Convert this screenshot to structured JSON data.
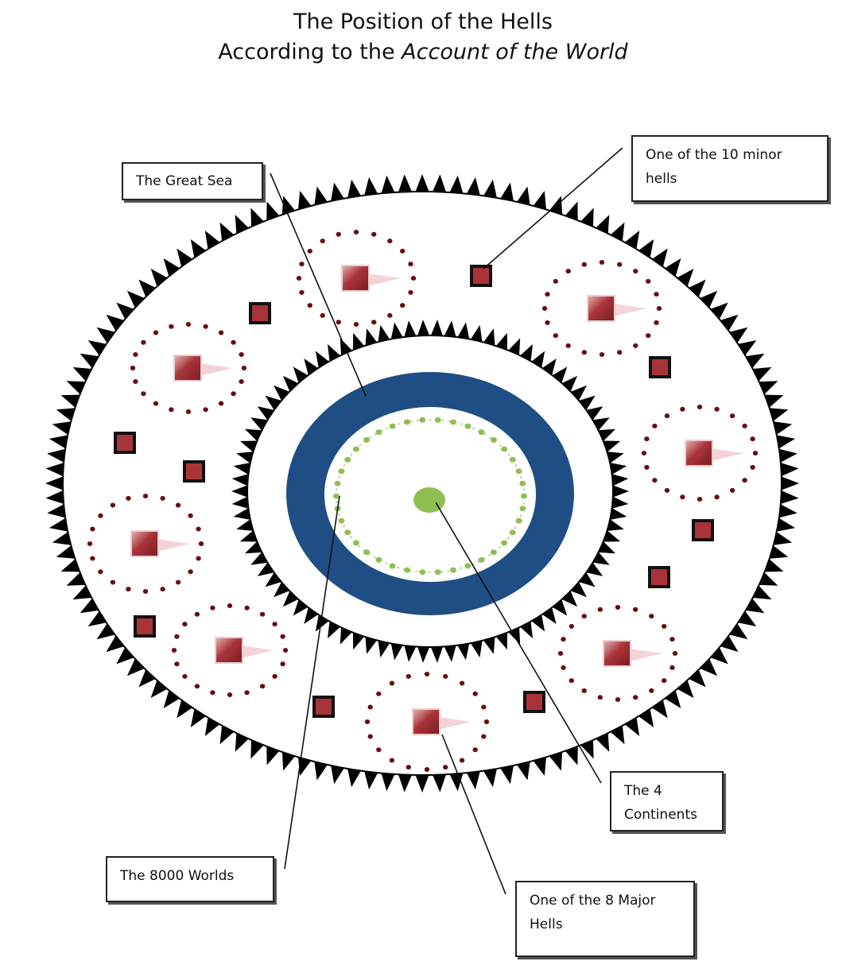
{
  "title": {
    "line1": "The Position of the Hells",
    "line2_prefix": "According to the ",
    "line2_italic": "Account of the World"
  },
  "labels": {
    "great_sea": "The Great Sea",
    "minor_hells": "One of the 10 minor hells",
    "four_continents": "The 4 Continents",
    "eight_thousand_worlds": "The 8000 Worlds",
    "major_hells": "One of the 8 Major Hells"
  },
  "colors": {
    "sea": "#1f4e84",
    "continents": "#8fbf52",
    "hell_fill": "#a8343a",
    "hell_dots": "#6a0d12",
    "mountains": "#000000"
  },
  "counts": {
    "major_hells": 8,
    "minor_hells": 10
  }
}
